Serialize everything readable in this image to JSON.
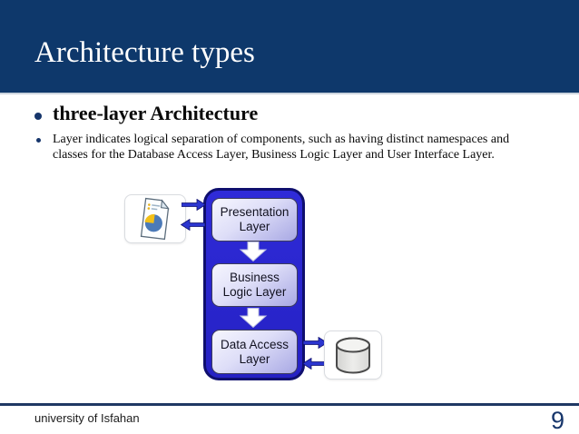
{
  "header": {
    "title": "Architecture types",
    "bg_color": "#0e386b",
    "text_color": "#ffffff"
  },
  "bullets": {
    "primary": "three-layer Architecture",
    "secondary": "Layer indicates logical separation of components, such as having distinct namespaces and\nclasses for the Database Access Layer, Business Logic Layer and User Interface Layer."
  },
  "diagram": {
    "container_color": "#2823cd",
    "container_border_color": "#0f0f6e",
    "layer_box_colors": [
      "#f6f6fe",
      "#a8a8e4"
    ],
    "arrow_color": "#2b35cf",
    "layers": [
      {
        "label": "Presentation\nLayer"
      },
      {
        "label": "Business\nLogic Layer"
      },
      {
        "label": "Data Access\nLayer"
      }
    ],
    "left_icon": "document-with-pie-chart",
    "right_icon": "database-cylinder"
  },
  "footer": {
    "institution": "university of Isfahan",
    "page_number": "9",
    "line_color": "#1f3864"
  }
}
